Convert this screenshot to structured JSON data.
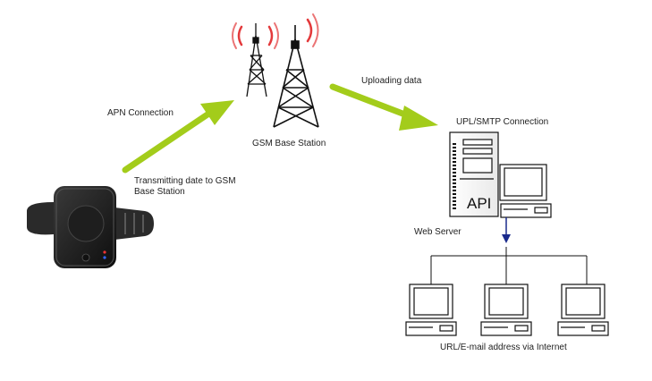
{
  "labels": {
    "apn": "APN Connection",
    "gsm": "GSM Base Station",
    "uploading": "Uploading data",
    "upl_smtp": "UPL/SMTP Connection",
    "transmitting_line1": "Transmitting date to GSM",
    "transmitting_line2": "Base Station",
    "web_server": "Web Server",
    "api": "API",
    "url_email": "URL/E-mail address via Internet"
  },
  "colors": {
    "arrow_green": "#a3cc1b",
    "signal_red": "#e3393b",
    "line_blue": "#1a2a8c",
    "device_black": "#1b1b1b"
  }
}
